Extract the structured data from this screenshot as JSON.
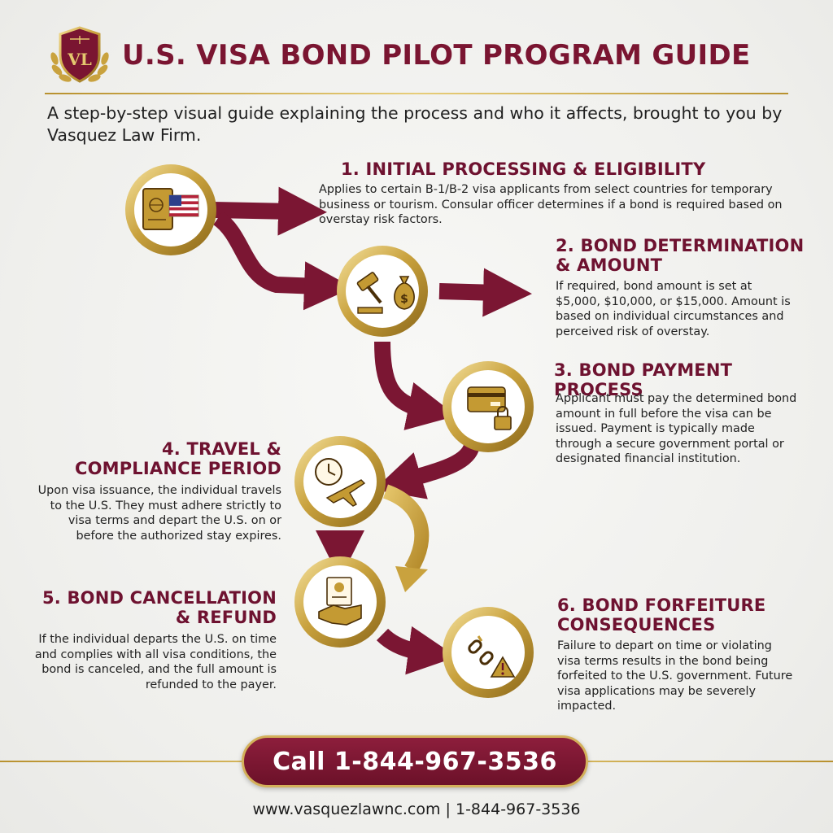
{
  "header": {
    "logo_monogram": "VL",
    "title": "U.S. VISA BOND PILOT PROGRAM GUIDE",
    "subtitle": "A step-by-step visual guide explaining the process and who it affects, brought to you by Vasquez Law Firm."
  },
  "steps": [
    {
      "title": "1. INITIAL PROCESSING & ELIGIBILITY",
      "description": "Applies to certain B-1/B-2 visa applicants from select countries for temporary business or tourism. Consular officer determines if a bond is required based on overstay risk factors.",
      "icons": [
        "passport-icon",
        "us-flag-icon"
      ]
    },
    {
      "title": "2. BOND DETERMINATION & AMOUNT",
      "description": "If required, bond amount is set at $5,000, $10,000, or $15,000. Amount is based on individual circumstances and perceived risk of overstay.",
      "icons": [
        "gavel-icon",
        "money-bag-icon"
      ]
    },
    {
      "title": "3. BOND PAYMENT PROCESS",
      "description": "Applicant must pay the determined bond amount in full before the visa can be issued. Payment is typically made through a secure government portal or designated financial institution.",
      "icons": [
        "credit-card-icon",
        "padlock-icon"
      ]
    },
    {
      "title": "4. TRAVEL & COMPLIANCE PERIOD",
      "description": "Upon visa issuance, the individual travels to the U.S. They must adhere strictly to visa terms and depart the U.S. on or before the authorized stay expires.",
      "icons": [
        "clock-icon",
        "airplane-icon"
      ]
    },
    {
      "title": "5. BOND CANCELLATION & REFUND",
      "description": "If the individual departs the U.S. on time and complies with all visa conditions, the bond is canceled, and the full amount is refunded to the payer.",
      "icons": [
        "document-check-icon",
        "handshake-icon"
      ]
    },
    {
      "title": "6. BOND FORFEITURE CONSEQUENCES",
      "description": "Failure to depart on time or violating visa terms results in the bond being forfeited to the U.S. government. Future visa applications may be severely impacted.",
      "icons": [
        "broken-chain-icon",
        "warning-icon"
      ]
    }
  ],
  "cta": {
    "label": "Call 1-844-967-3536"
  },
  "footer": {
    "text": "www.vasquezlawnc.com | 1-844-967-3536"
  },
  "colors": {
    "maroon": "#7a1531",
    "gold": "#c9a23e",
    "background": "#f2f2f0"
  }
}
